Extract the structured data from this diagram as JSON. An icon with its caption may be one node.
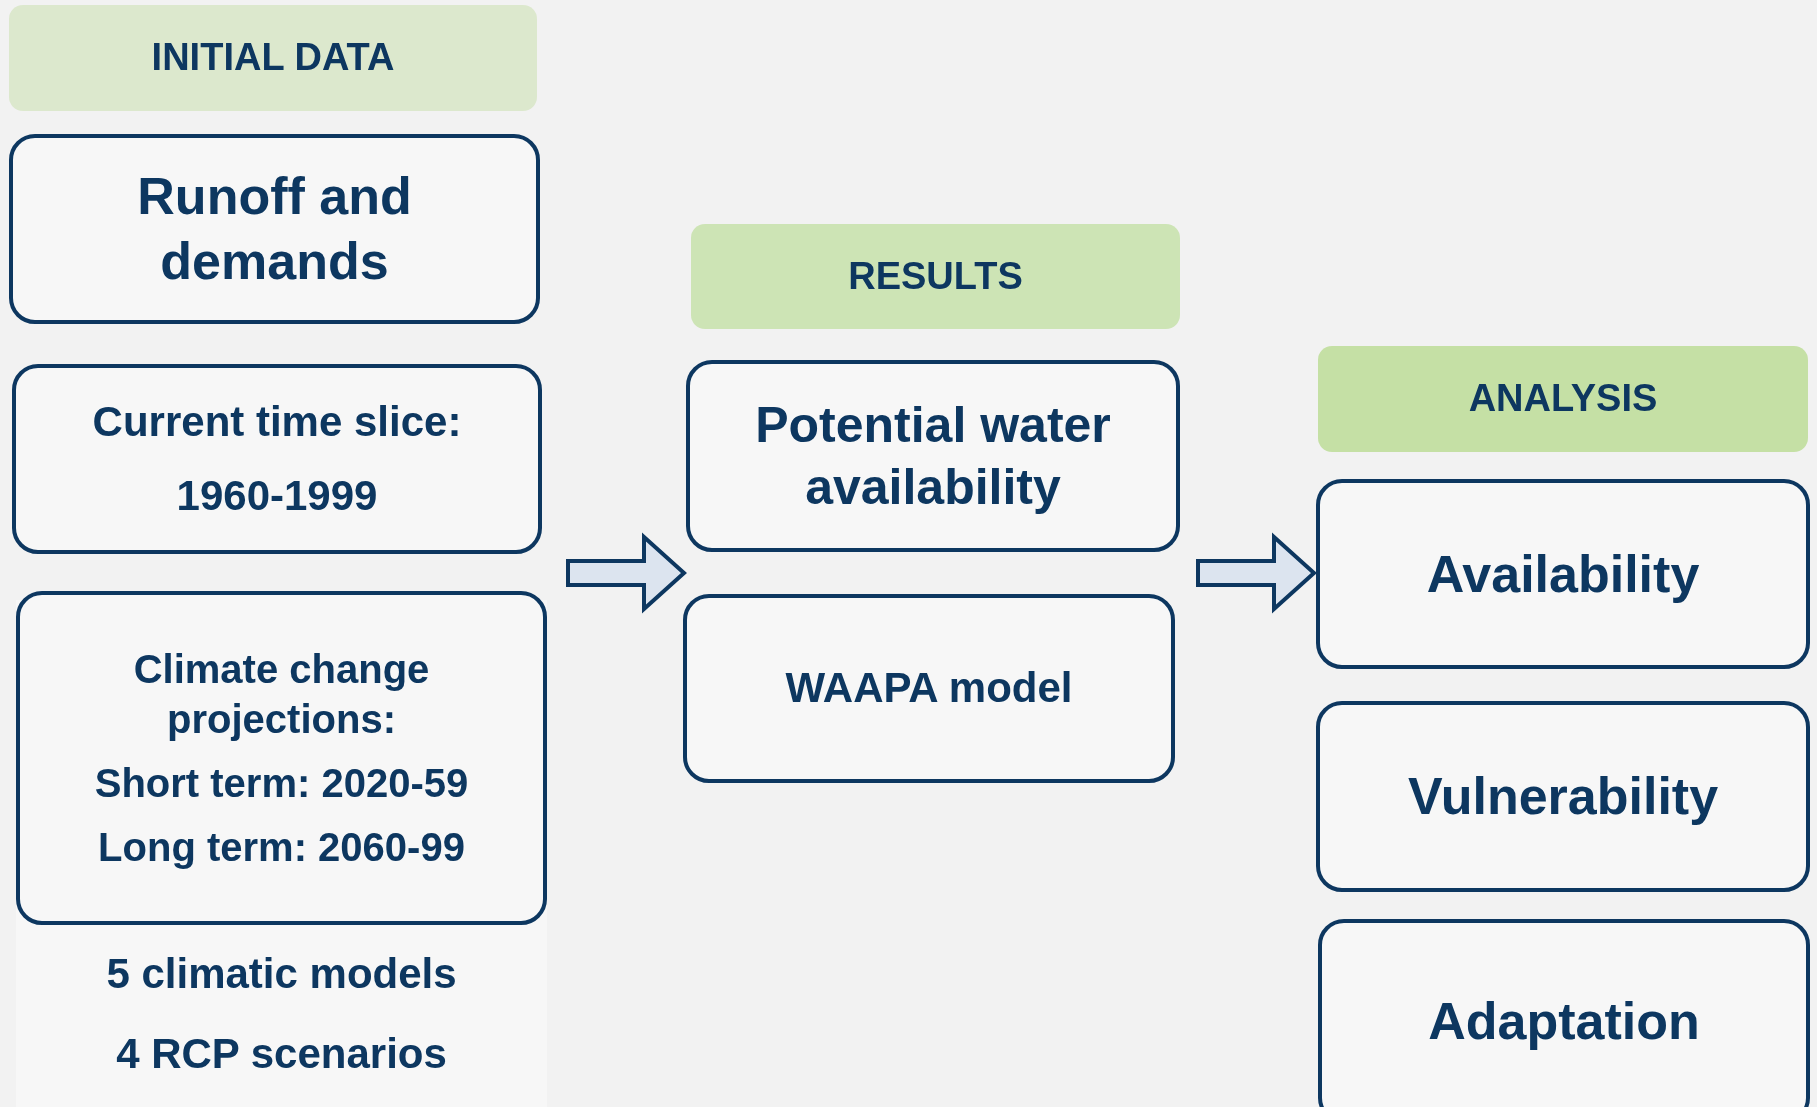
{
  "diagram": {
    "nodes": [
      {
        "text": [
          "INITIAL DATA"
        ]
      },
      {
        "text": [
          "Runoff and demands"
        ]
      },
      {
        "text": [
          "Current time slice:",
          "1960-1999"
        ]
      },
      {
        "text": [
          "Climate change projections:",
          "Short term: 2020-59",
          "Long term: 2060-99"
        ]
      },
      {
        "text": [
          "RESULTS"
        ]
      },
      {
        "text": [
          "Potential water availability"
        ]
      },
      {
        "text": [
          "WAAPA model"
        ]
      },
      {
        "text": [
          "ANALYSIS"
        ]
      },
      {
        "text": [
          "Availability"
        ]
      },
      {
        "text": [
          "Vulnerability"
        ]
      },
      {
        "text": [
          "Adaptation"
        ]
      }
    ],
    "edges": [
      {
        "from": null,
        "to": 5,
        "arrow": "to"
      },
      {
        "from": null,
        "to": 8,
        "arrow": "to"
      }
    ],
    "labels": [
      "5 climatic models",
      "4 RCP scenarios"
    ]
  }
}
